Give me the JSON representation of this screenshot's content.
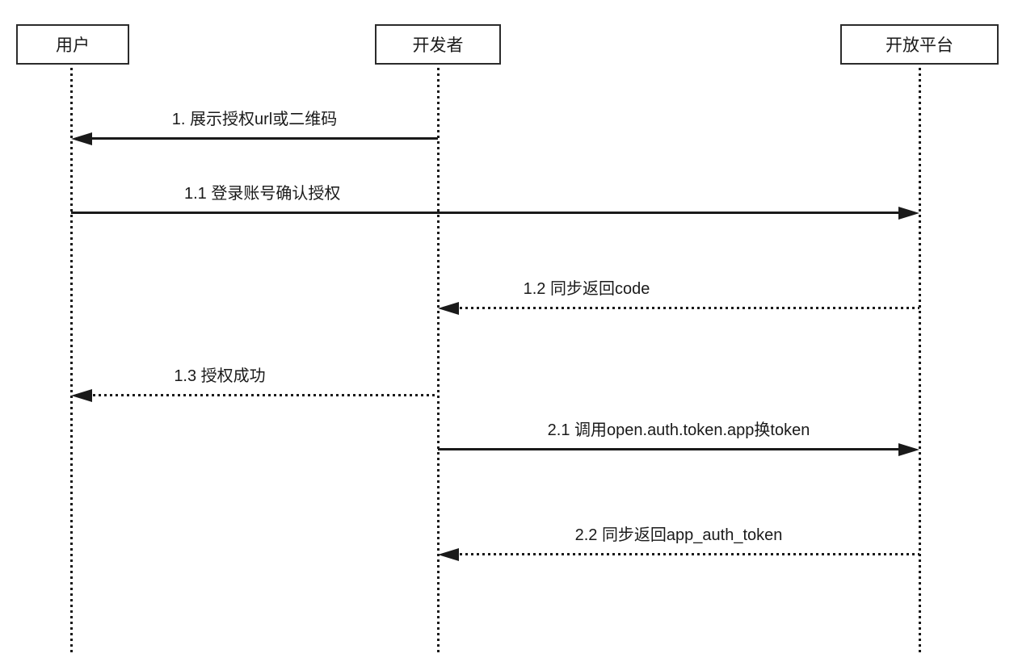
{
  "diagram": {
    "type": "sequence-diagram",
    "actors": [
      {
        "id": "user",
        "label": "用户"
      },
      {
        "id": "developer",
        "label": "开发者"
      },
      {
        "id": "platform",
        "label": "开放平台"
      }
    ],
    "messages": [
      {
        "step": "1",
        "label": "1. 展示授权url或二维码",
        "from": "开发者",
        "to": "用户",
        "line": "solid",
        "direction": "left"
      },
      {
        "step": "1.1",
        "label": "1.1 登录账号确认授权",
        "from": "用户",
        "to": "开放平台",
        "line": "solid",
        "direction": "right"
      },
      {
        "step": "1.2",
        "label": "1.2 同步返回code",
        "from": "开放平台",
        "to": "开发者",
        "line": "dotted",
        "direction": "left"
      },
      {
        "step": "1.3",
        "label": "1.3 授权成功",
        "from": "开发者",
        "to": "用户",
        "line": "dotted",
        "direction": "left"
      },
      {
        "step": "2.1",
        "label": "2.1 调用open.auth.token.app换token",
        "from": "开发者",
        "to": "开放平台",
        "line": "solid",
        "direction": "right"
      },
      {
        "step": "2.2",
        "label": "2.2 同步返回app_auth_token",
        "from": "开放平台",
        "to": "开发者",
        "line": "dotted",
        "direction": "left"
      }
    ],
    "colors": {
      "line": "#1a1a1a",
      "text": "#1a1a1a",
      "background": "#ffffff"
    }
  }
}
